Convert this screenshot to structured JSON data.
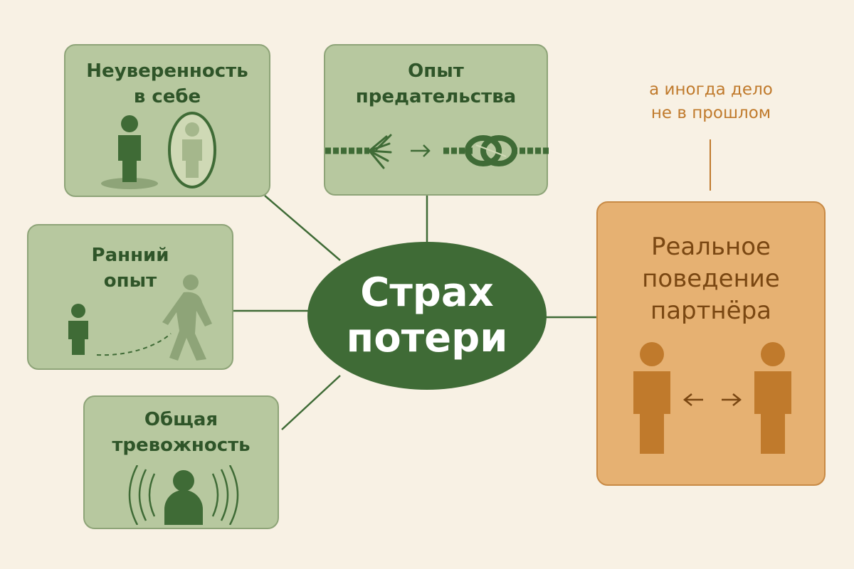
{
  "colors": {
    "background": "#f8f1e4",
    "card_green": "#b7c89f",
    "card_green_border": "#8ea478",
    "dark_green": "#3f6b36",
    "text_green": "#2f5529",
    "orange": "#e6b172",
    "orange_dark": "#c07a2c",
    "orange_text": "#7a4712"
  },
  "center": {
    "label": "Страх\nпотери"
  },
  "nodes": {
    "self_doubt": {
      "label": "Неуверенность\nв себе",
      "icons": [
        "person-icon",
        "mirror-reflection-icon"
      ]
    },
    "betrayal": {
      "label": "Опыт\nпредательства",
      "icons": [
        "frayed-rope-icon",
        "arrow-right-icon",
        "knotted-rope-icon"
      ]
    },
    "early_experience": {
      "label": "Ранний\nопыт",
      "icons": [
        "child-icon",
        "walking-away-adult-icon"
      ]
    },
    "general_anxiety": {
      "label": "Общая\nтревожность",
      "icons": [
        "anxious-person-icon",
        "sound-waves-icon"
      ]
    },
    "partner_behavior": {
      "label": "Реальное\nповедение\nпартнёра",
      "icons": [
        "person-icon",
        "bidirectional-arrow-icon",
        "person-icon"
      ]
    }
  },
  "annotation": {
    "text": "а иногда дело\nне в прошлом"
  }
}
